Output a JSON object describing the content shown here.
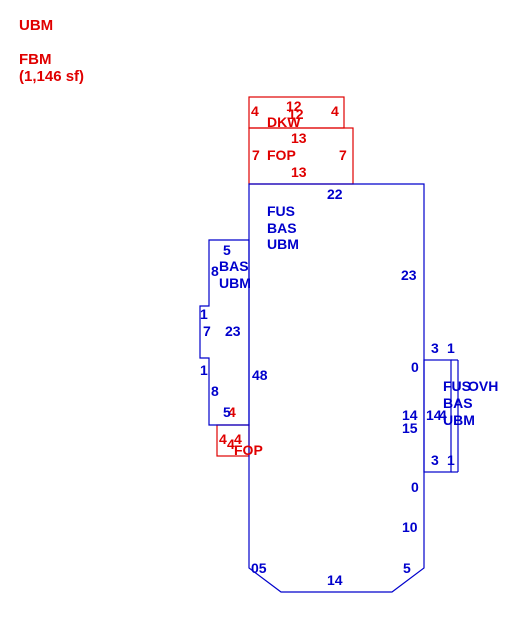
{
  "colors": {
    "red": "#e00000",
    "blue": "#0000cc"
  },
  "legend": {
    "line1": "UBM",
    "line2": "FBM",
    "line3": "(1,146 sf)"
  },
  "red_labels": {
    "deck_left": "4",
    "deck_top": "12",
    "deck_top2": "12",
    "deck_right": "4",
    "deck_name": "DKW",
    "deck_bottom": "13",
    "porch_top": "13",
    "porch_left": "7",
    "porch_name": "FOP",
    "porch_right": "7",
    "porch_bottom": "13",
    "small_top": "4",
    "small_left": "4",
    "small_mid": "4",
    "small_left2": "4",
    "small_name": "FOP"
  },
  "blue_labels": {
    "main_top": "22",
    "main_name1": "FUS",
    "main_name2": "BAS",
    "main_name3": "UBM",
    "main_right": "23",
    "main_left": "48",
    "main_bottom": "14",
    "bottom_left": "05",
    "bottom_right": "5",
    "right_0a": "0",
    "right_14a": "14",
    "right_15": "15",
    "right_0b": "0",
    "right_10": "10",
    "wing_top": "5",
    "wing_8a": "8",
    "wing_name1": "BAS",
    "wing_name2": "UBM",
    "wing_1a": "1",
    "wing_7": "7",
    "wing_23": "23",
    "wing_1b": "1",
    "wing_8b": "8",
    "wing_5": "5",
    "rw_3a": "3",
    "rw_1a": "1",
    "rw_name1": "FUS",
    "rw_name1b": "OVH",
    "rw_name2": "BAS",
    "rw_name3": "UBM",
    "rw_14": "14",
    "rw_4": "4",
    "rw_3b": "3",
    "rw_1b": "1"
  }
}
